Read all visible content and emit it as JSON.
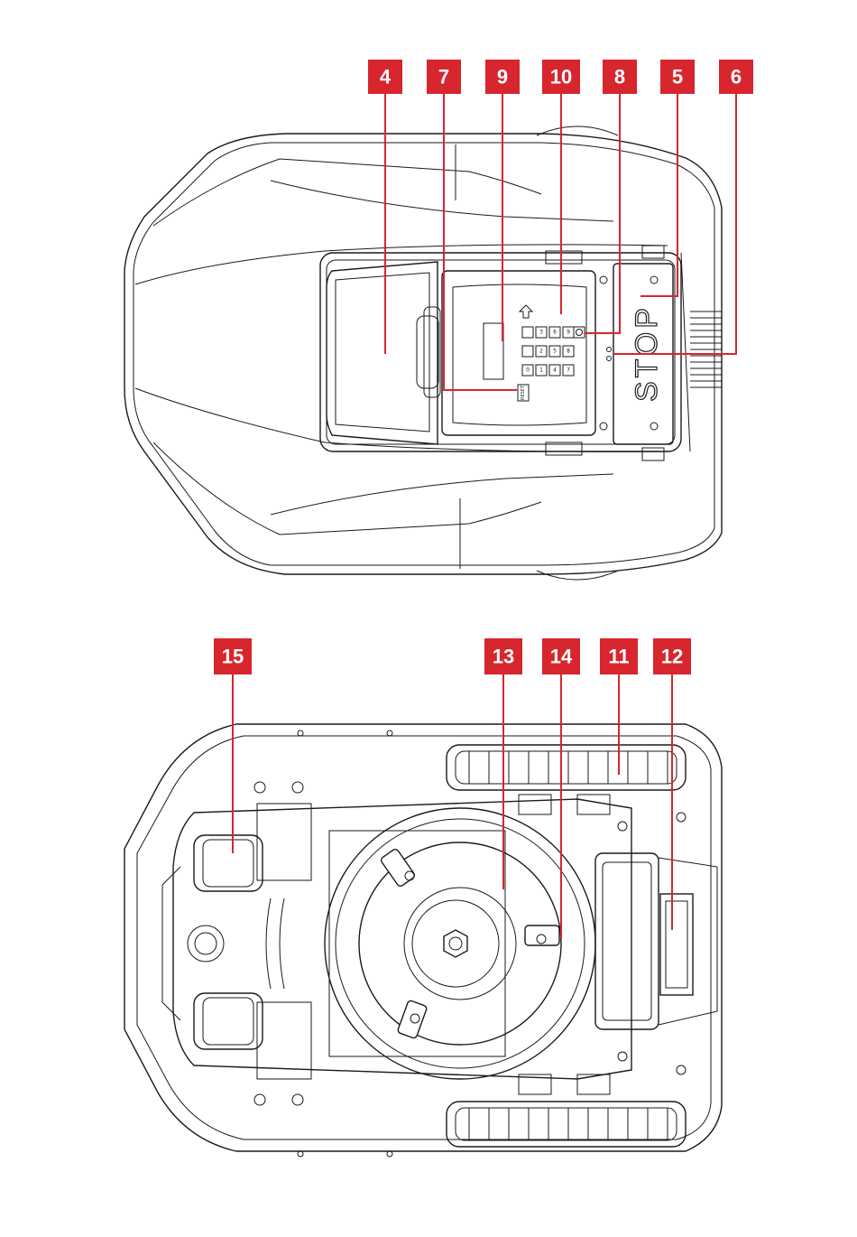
{
  "callouts_top": [
    "4",
    "7",
    "9",
    "10",
    "8",
    "5",
    "6"
  ],
  "callouts_bottom": [
    "15",
    "13",
    "14",
    "11",
    "12"
  ],
  "stop_label": "STOP",
  "keypad_keys": [
    "3",
    "6",
    "9",
    "2",
    "5",
    "8",
    "1",
    "4",
    "7",
    "0"
  ],
  "reset_label": "RESET",
  "colors": {
    "callout": "#d7262e",
    "line": "#1a1a1a"
  }
}
